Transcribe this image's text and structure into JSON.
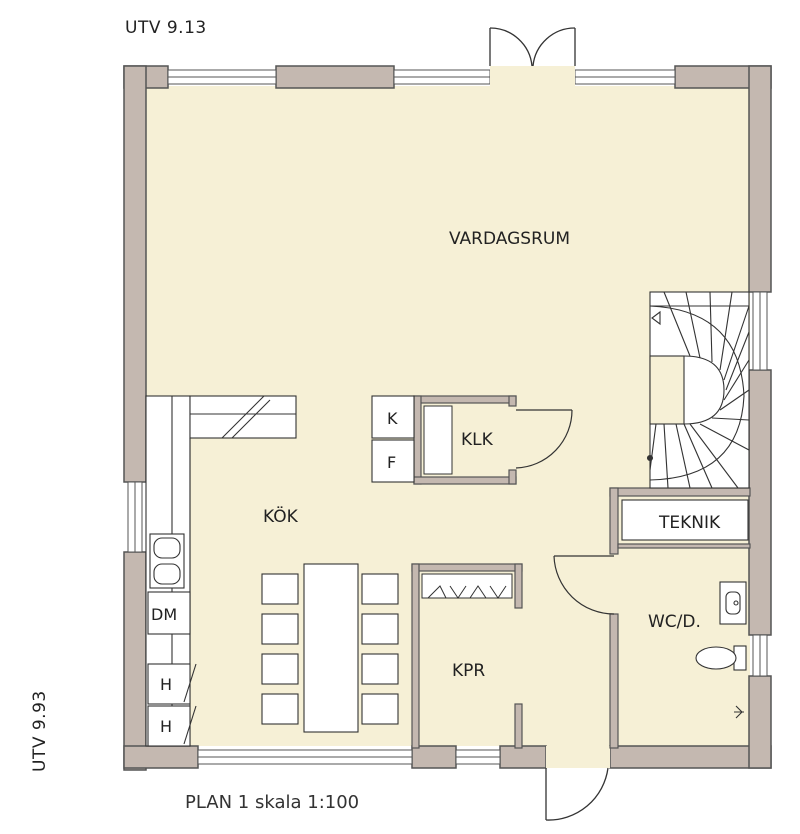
{
  "dimensions": {
    "width_label": "UTV  9.13",
    "depth_label": "UTV  9.93"
  },
  "rooms": {
    "living": "VARDAGSRUM",
    "kitchen": "KÖK",
    "closet": "KLK",
    "pantry": "KPR",
    "technical": "TEKNIK",
    "wc_shower": "WC/D."
  },
  "appliances": {
    "fridge": "K",
    "freezer": "F",
    "dishwasher": "DM",
    "cabinet_top": "H",
    "cabinet_bottom": "H"
  },
  "caption": "PLAN 1  skala 1:100",
  "colors": {
    "wall": "#c4b8b0",
    "wall_stroke": "#555555",
    "floor": "#f6f0d6",
    "line": "#333333"
  }
}
